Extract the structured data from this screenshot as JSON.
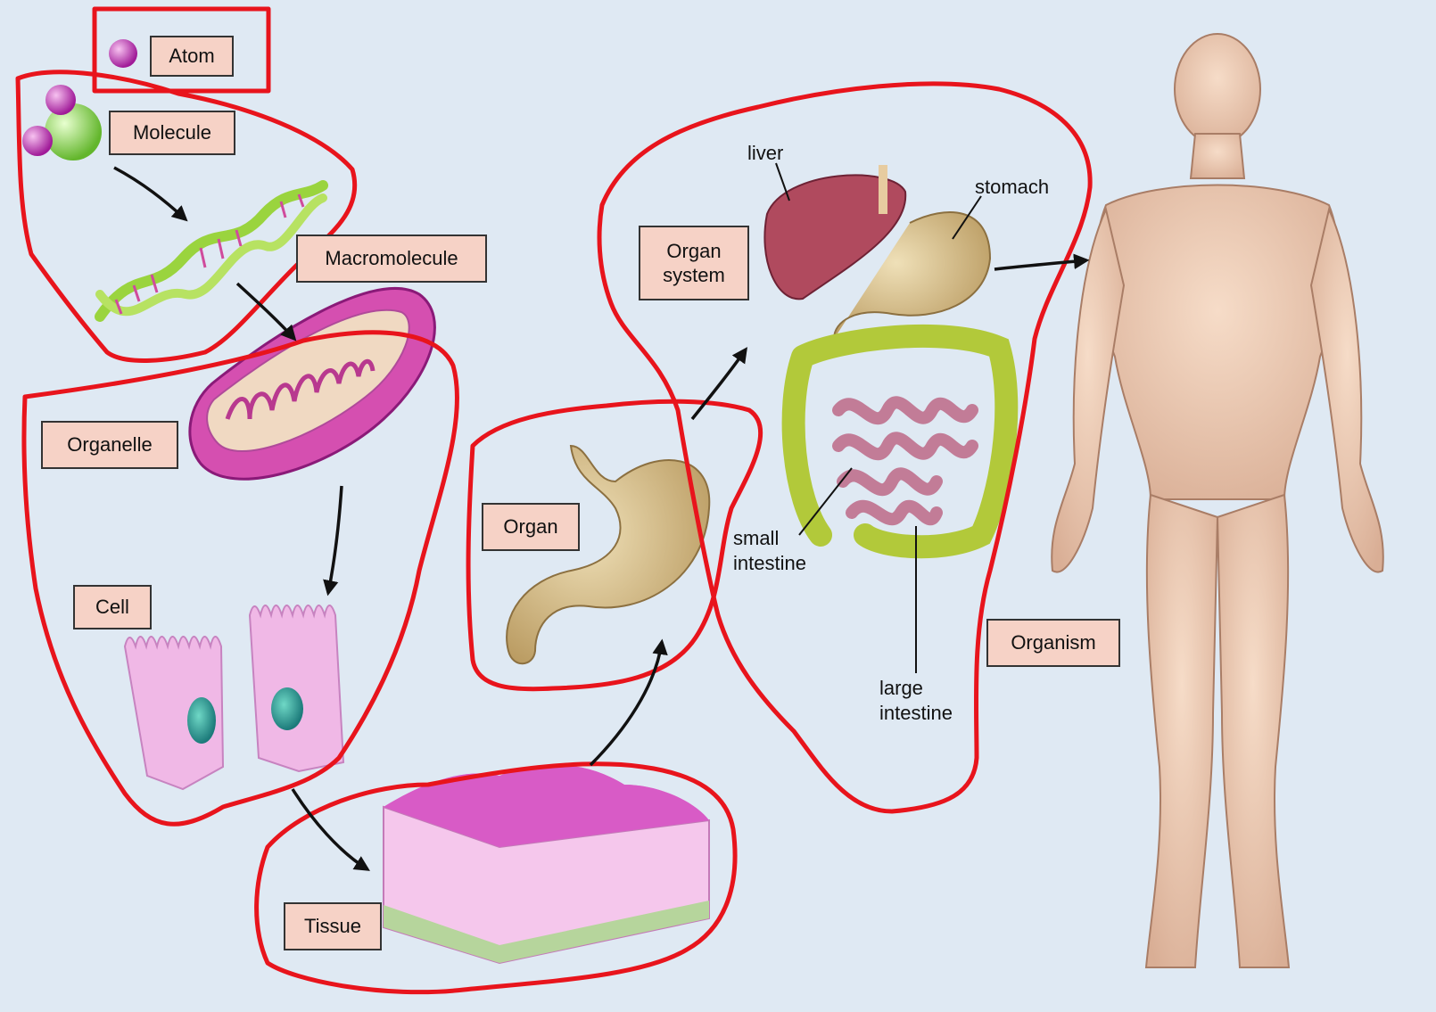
{
  "levels": {
    "atom": "Atom",
    "molecule": "Molecule",
    "macromolecule": "Macromolecule",
    "organelle": "Organelle",
    "cell": "Cell",
    "tissue": "Tissue",
    "organ": "Organ",
    "organ_system_line1": "Organ",
    "organ_system_line2": "system",
    "organism": "Organism"
  },
  "annotations": {
    "liver": "liver",
    "stomach": "stomach",
    "small_intestine_line1": "small",
    "small_intestine_line2": "intestine",
    "large_intestine_line1": "large",
    "large_intestine_line2": "intestine"
  },
  "colors": {
    "background": "#dfe9f3",
    "label_fill": "#f6d2c6",
    "highlight_outline": "#e8141c",
    "arrow": "#111111"
  }
}
